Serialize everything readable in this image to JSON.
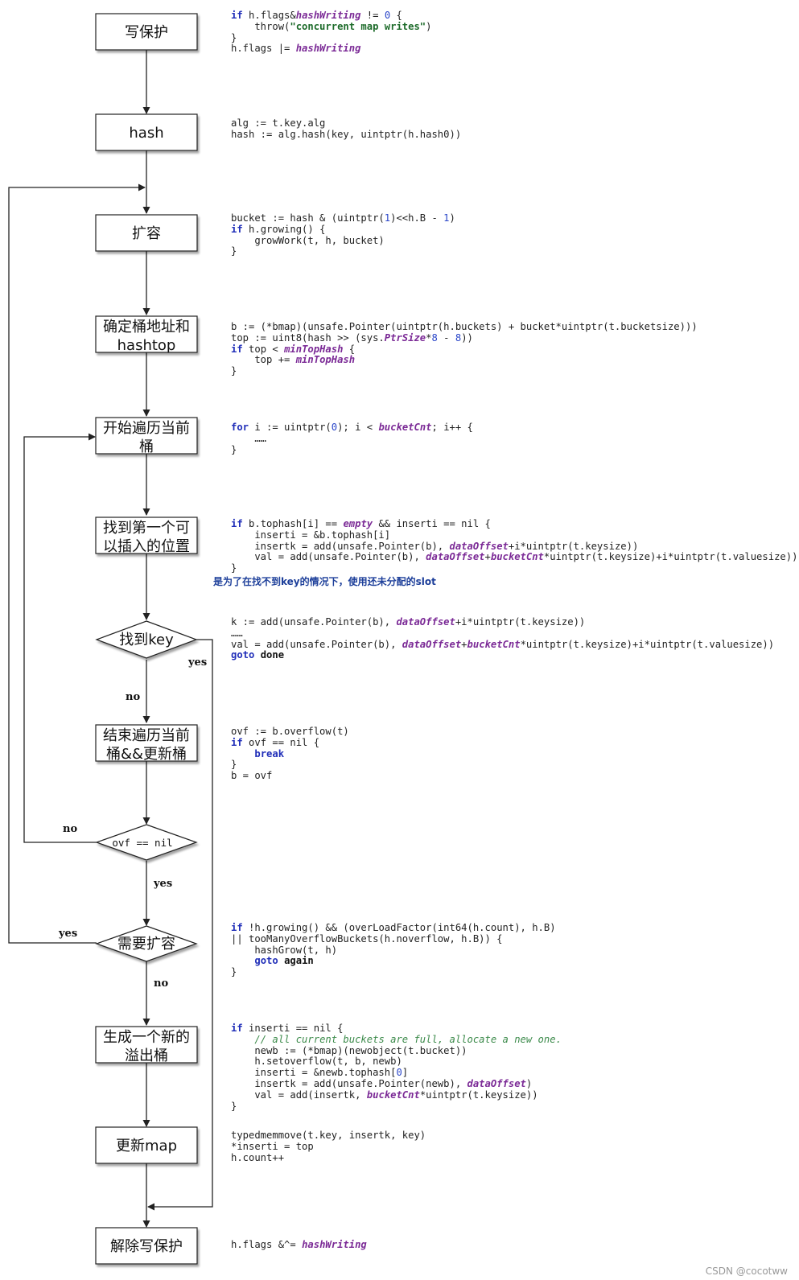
{
  "nodes": {
    "write_protect": "写保护",
    "hash": "hash",
    "grow": "扩容",
    "bucket_addr_1": "确定桶地址和",
    "bucket_addr_2": "hashtop",
    "traverse_1": "开始遍历当前",
    "traverse_2": "桶",
    "find_slot_1": "找到第一个可",
    "find_slot_2": "以插入的位置",
    "find_key": "找到key",
    "end_traverse_1": "结束遍历当前",
    "end_traverse_2": "桶&&更新桶",
    "ovf_nil": "ovf == nil",
    "need_grow": "需要扩容",
    "new_overflow_1": "生成一个新的",
    "new_overflow_2": "溢出桶",
    "update_map": "更新map",
    "release": "解除写保护"
  },
  "edge_labels": {
    "find_key_yes": "yes",
    "find_key_no": "no",
    "ovf_no": "no",
    "ovf_yes": "yes",
    "grow_yes": "yes",
    "grow_no": "no"
  },
  "note": "是为了在找不到key的情况下，使用还未分配的slot",
  "watermark": "CSDN @cocotww",
  "colors": {
    "keyword": "#1f2db8",
    "constant": "#7b2a96",
    "string": "#1d6b2a",
    "note": "#1d3f9a"
  }
}
